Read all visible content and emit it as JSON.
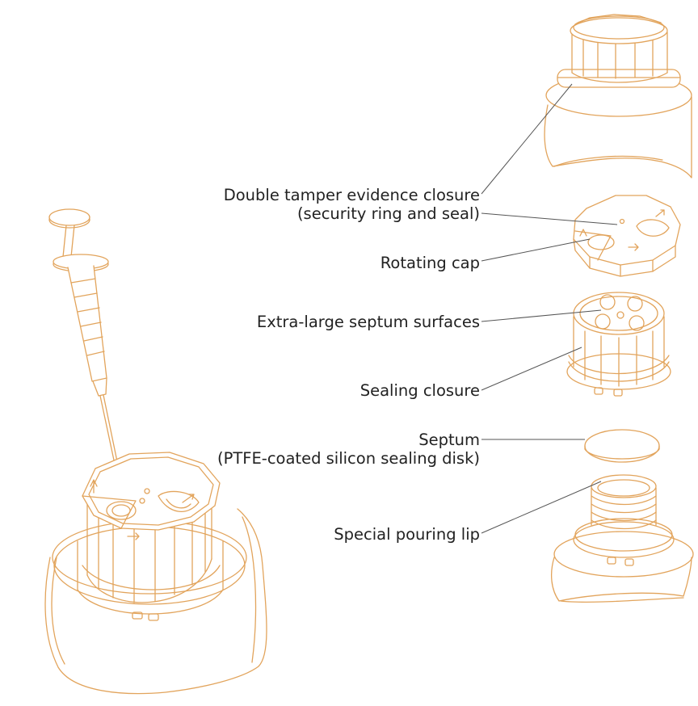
{
  "colors": {
    "outline": "#e2a45c",
    "leader": "#555555",
    "text": "#222222"
  },
  "labels": {
    "tamper": {
      "line1": "Double tamper evidence closure",
      "line2": "(security ring and seal)"
    },
    "rotating_cap": "Rotating cap",
    "septum_surfaces": "Extra-large septum surfaces",
    "sealing_closure": "Sealing closure",
    "septum": {
      "line1": "Septum",
      "line2": "(PTFE-coated silicon sealing disk)"
    },
    "pouring_lip": "Special pouring lip"
  }
}
